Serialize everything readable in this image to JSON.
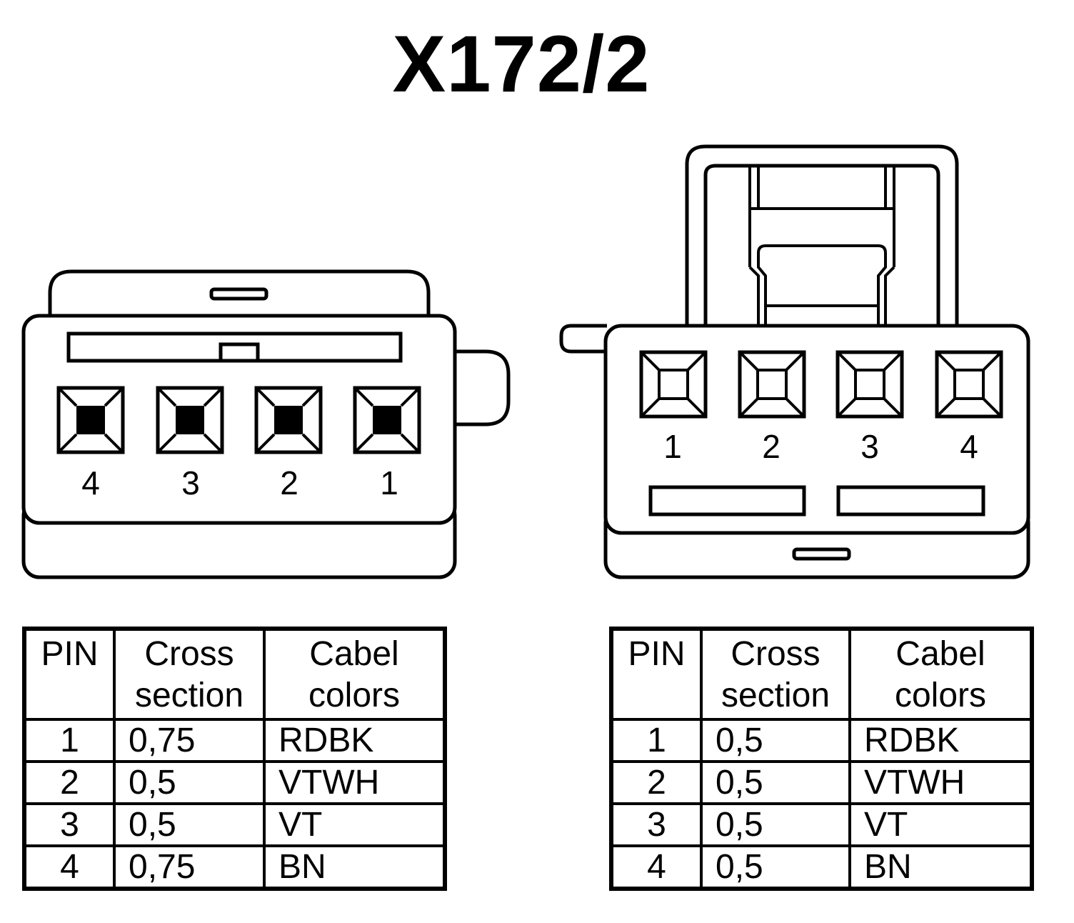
{
  "title": "X172/2",
  "left_connector": {
    "pin_labels": [
      "4",
      "3",
      "2",
      "1"
    ]
  },
  "right_connector": {
    "pin_labels": [
      "1",
      "2",
      "3",
      "4"
    ]
  },
  "table_left": {
    "header": {
      "pin": "PIN",
      "cross_1": "Cross",
      "cross_2": "section",
      "col_1": "Cabel",
      "col_2": "colors"
    },
    "rows": [
      {
        "pin": "1",
        "cross": "0,75",
        "color": "RDBK"
      },
      {
        "pin": "2",
        "cross": "0,5",
        "color": "VTWH"
      },
      {
        "pin": "3",
        "cross": "0,5",
        "color": "VT"
      },
      {
        "pin": "4",
        "cross": "0,75",
        "color": "BN"
      }
    ]
  },
  "table_right": {
    "header": {
      "pin": "PIN",
      "cross_1": "Cross",
      "cross_2": "section",
      "col_1": "Cabel",
      "col_2": "colors"
    },
    "rows": [
      {
        "pin": "1",
        "cross": "0,5",
        "color": "RDBK"
      },
      {
        "pin": "2",
        "cross": "0,5",
        "color": "VTWH"
      },
      {
        "pin": "3",
        "cross": "0,5",
        "color": "VT"
      },
      {
        "pin": "4",
        "cross": "0,5",
        "color": "BN"
      }
    ]
  }
}
